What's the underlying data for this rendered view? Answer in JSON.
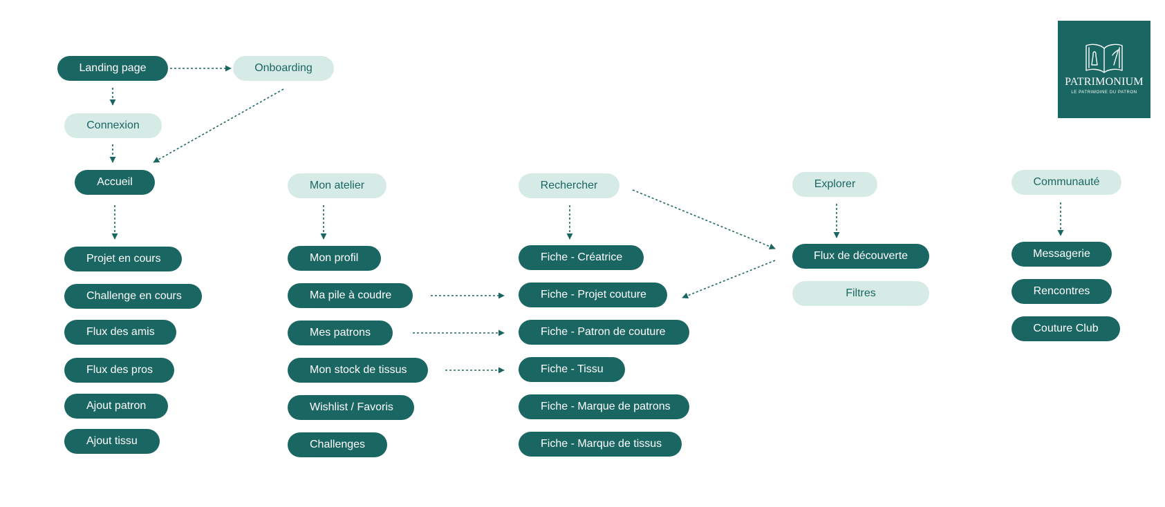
{
  "logo": {
    "brand": "PATRIMONIUM",
    "tagline": "LE PATRIMOINE DU PATRON",
    "icon": "open-book-icon"
  },
  "colors": {
    "primary": "#1a6662",
    "light": "#d6ebe6",
    "arrow": "#1a6662"
  },
  "flow": {
    "landing": "Landing page",
    "onboarding": "Onboarding",
    "connexion": "Connexion",
    "accueil": "Accueil"
  },
  "accueil_items": [
    "Projet en cours",
    "Challenge en cours",
    "Flux des amis",
    "Flux des pros",
    "Ajout patron",
    "Ajout tissu"
  ],
  "atelier": {
    "title": "Mon atelier",
    "items": [
      "Mon profil",
      "Ma pile à coudre",
      "Mes patrons",
      "Mon stock de tissus",
      "Wishlist / Favoris",
      "Challenges"
    ]
  },
  "rechercher": {
    "title": "Rechercher",
    "items": [
      "Fiche - Créatrice",
      "Fiche - Projet couture",
      "Fiche - Patron de couture",
      "Fiche - Tissu",
      "Fiche - Marque de patrons",
      "Fiche - Marque de tissus"
    ]
  },
  "explorer": {
    "title": "Explorer",
    "items": [
      "Flux de découverte",
      "Filtres"
    ]
  },
  "communaute": {
    "title": "Communauté",
    "items": [
      "Messagerie",
      "Rencontres",
      "Couture Club"
    ]
  }
}
